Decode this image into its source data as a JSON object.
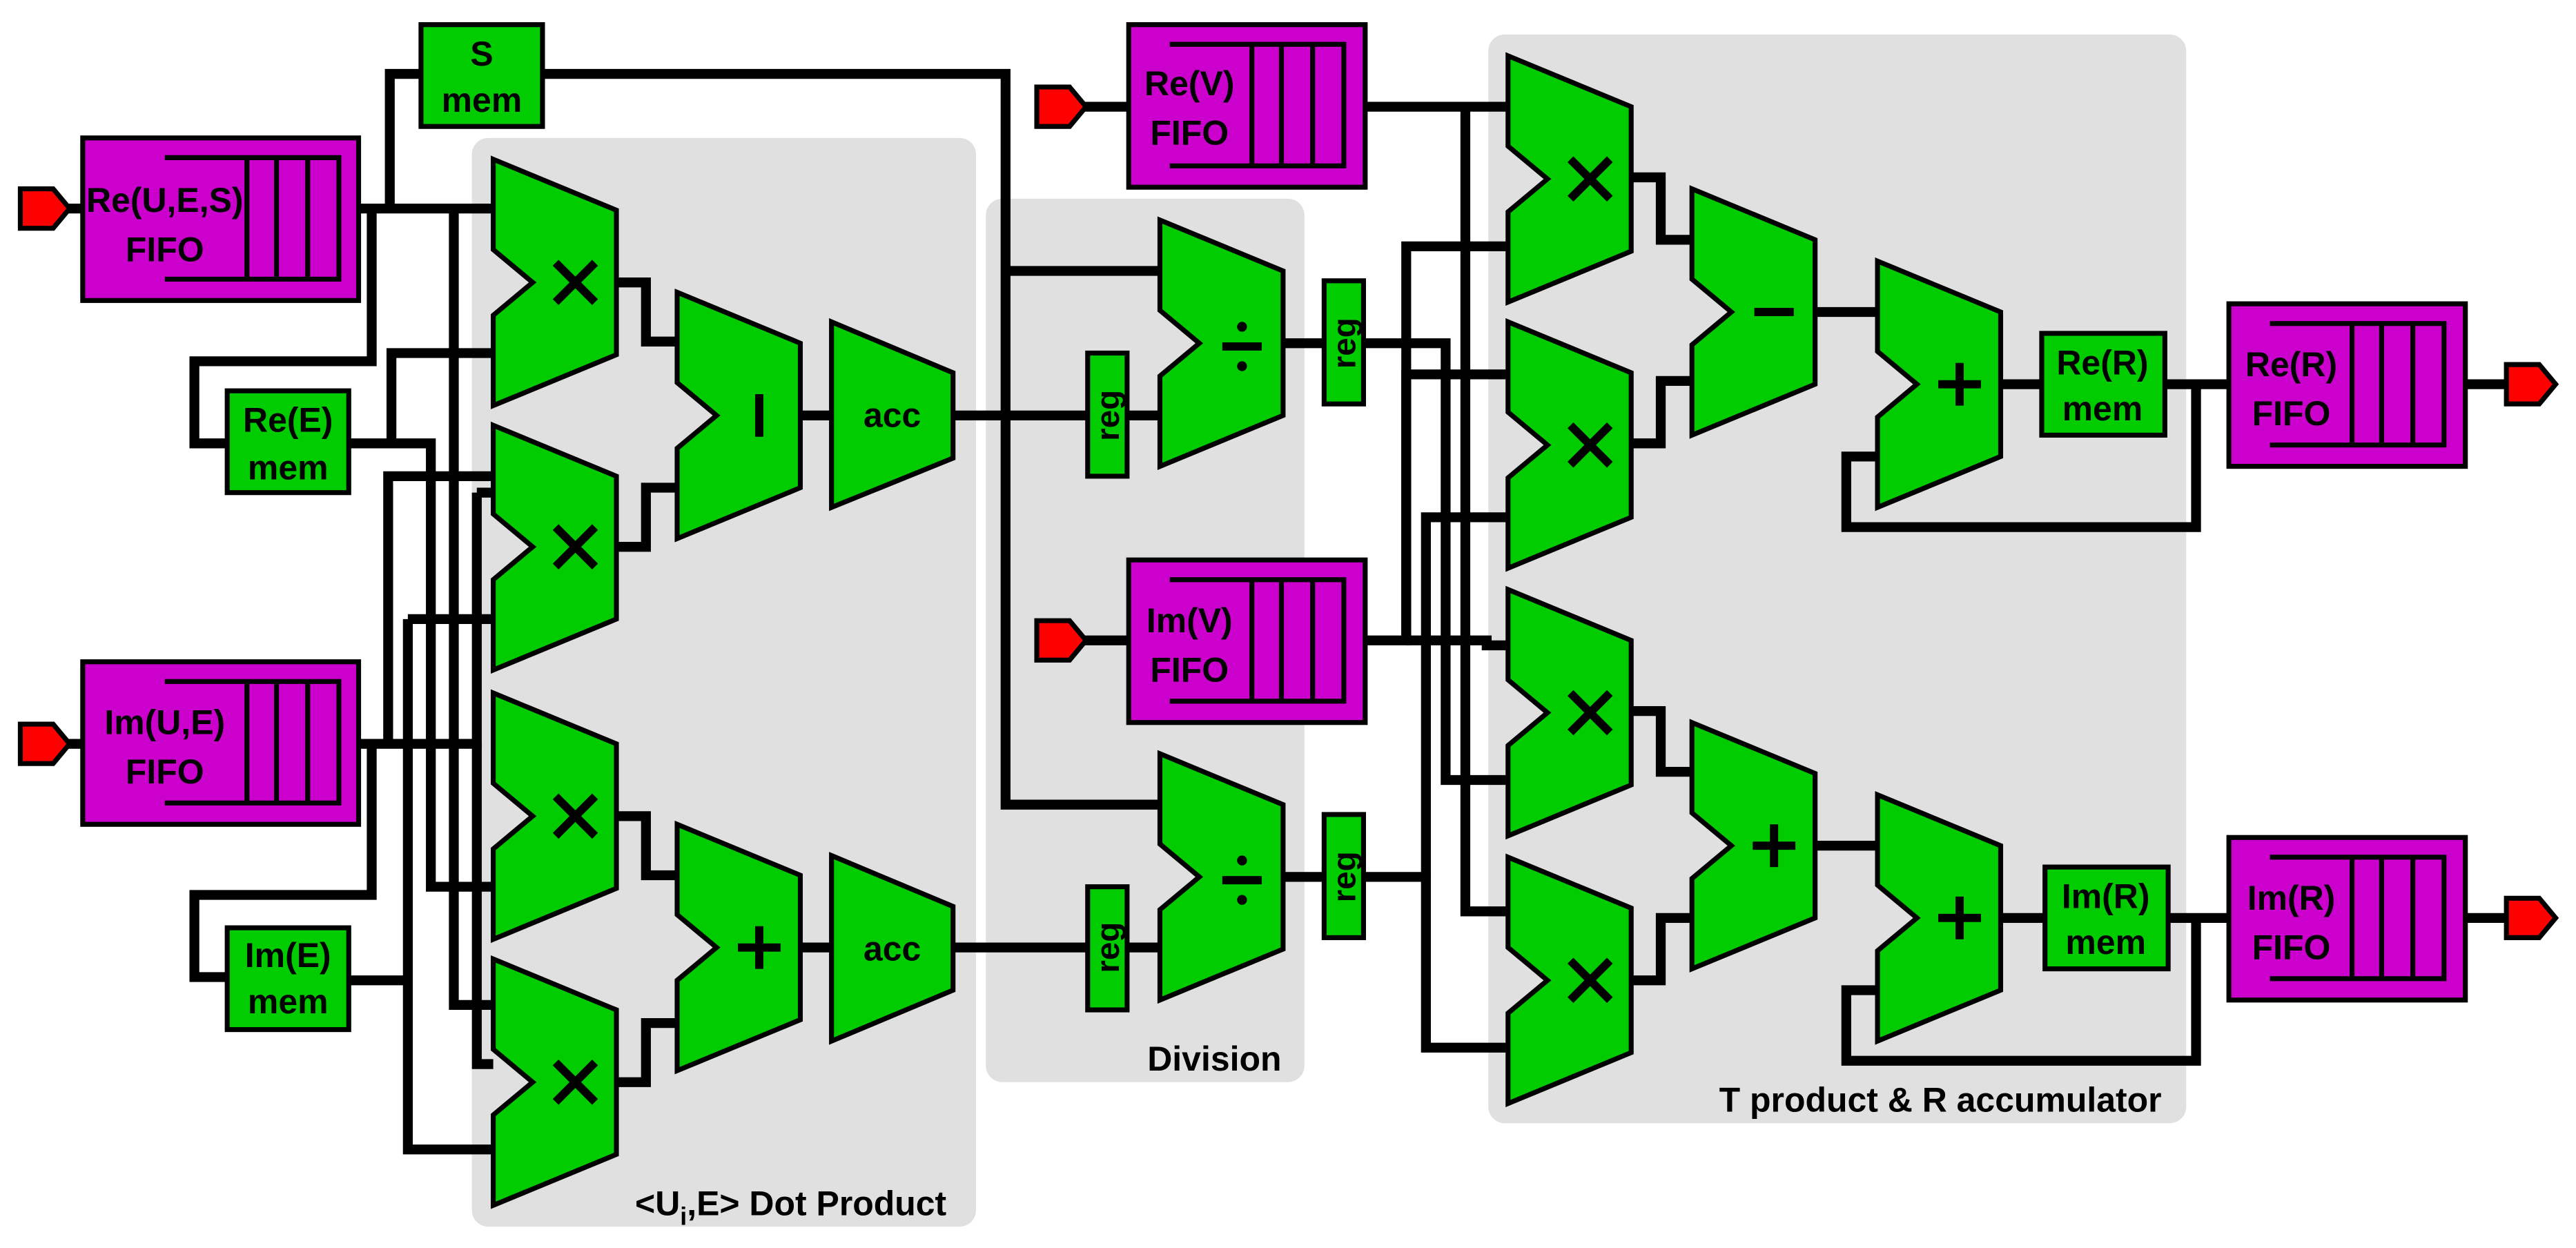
{
  "regions": {
    "dot_product": {
      "label_prefix": "<U",
      "label_sub": "i",
      "label_suffix": ",E> Dot Product"
    },
    "division": {
      "label": "Division"
    },
    "t_product": {
      "label": "T product & R accumulator"
    }
  },
  "fifos": {
    "re_ues": {
      "line1": "Re(U,E,S)",
      "line2": "FIFO"
    },
    "im_ue": {
      "line1": "Im(U,E)",
      "line2": "FIFO"
    },
    "re_v": {
      "line1": "Re(V)",
      "line2": "FIFO"
    },
    "im_v": {
      "line1": "Im(V)",
      "line2": "FIFO"
    },
    "re_r": {
      "line1": "Re(R)",
      "line2": "FIFO"
    },
    "im_r": {
      "line1": "Im(R)",
      "line2": "FIFO"
    }
  },
  "memories": {
    "s_mem": {
      "line1": "S",
      "line2": "mem"
    },
    "re_e_mem": {
      "line1": "Re(E)",
      "line2": "mem"
    },
    "im_e_mem": {
      "line1": "Im(E)",
      "line2": "mem"
    },
    "re_r_mem": {
      "line1": "Re(R)",
      "line2": "mem"
    },
    "im_r_mem": {
      "line1": "Im(R)",
      "line2": "mem"
    }
  },
  "registers": {
    "label": "reg"
  },
  "accumulators": {
    "label": "acc"
  },
  "colors": {
    "region": "#e0e0e0",
    "functional_unit": "#00cc00",
    "fifo": "#cc00cc",
    "port": "#ff0000",
    "wire": "#000000"
  }
}
